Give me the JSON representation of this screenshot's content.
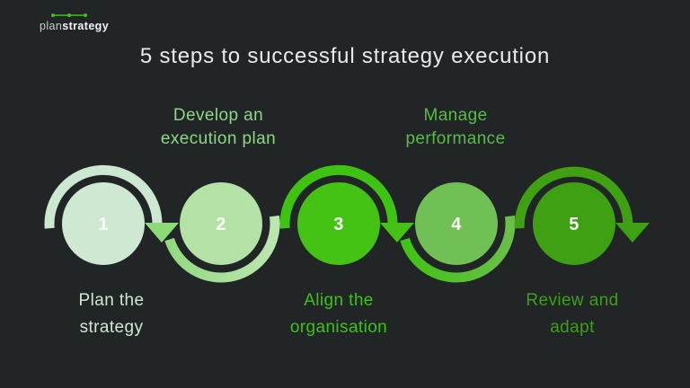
{
  "background_color": "#212526",
  "brand": {
    "prefix": "plan",
    "suffix": "strategy",
    "accent_color": "#3cc213"
  },
  "title": {
    "text": "5 steps to successful strategy execution",
    "color": "#e9ebeb"
  },
  "steps": [
    {
      "number": "1",
      "label": "Plan the strategy",
      "label_lines": [
        "Plan the",
        "strategy"
      ],
      "label_position": "below",
      "circle_color": "#cfe8d2",
      "label_color": "#cfe8d2"
    },
    {
      "number": "2",
      "label": "Develop an execution plan",
      "label_lines": [
        "Develop an",
        "execution plan"
      ],
      "label_position": "above",
      "circle_color": "#b3e1a6",
      "label_color": "#8ed687"
    },
    {
      "number": "3",
      "label": "Align the organisation",
      "label_lines": [
        "Align the",
        "organisation"
      ],
      "label_position": "below",
      "circle_color": "#44c314",
      "label_color": "#3cc213"
    },
    {
      "number": "4",
      "label": "Manage performance",
      "label_lines": [
        "Manage",
        "performance"
      ],
      "label_position": "above",
      "circle_color": "#70c055",
      "label_color": "#58bc47"
    },
    {
      "number": "5",
      "label": "Review and adapt",
      "label_lines": [
        "Review and",
        "adapt"
      ],
      "label_position": "below",
      "circle_color": "#3fa013",
      "label_color": "#3d9f16"
    }
  ],
  "flow": {
    "number_color": "#fafafa",
    "arc1_color": "#cde8d0",
    "arc2_start": "#93d981",
    "arc2_end": "#bce6b0",
    "arc3_color": "#3fc313",
    "arc4_start": "#40c316",
    "arc4_end": "#6abf49",
    "arc5_color": "#3fa013",
    "arrow1_color": "#8bdb78",
    "arrow2_color": "#44c314",
    "arrow3_color": "#3fa013"
  }
}
